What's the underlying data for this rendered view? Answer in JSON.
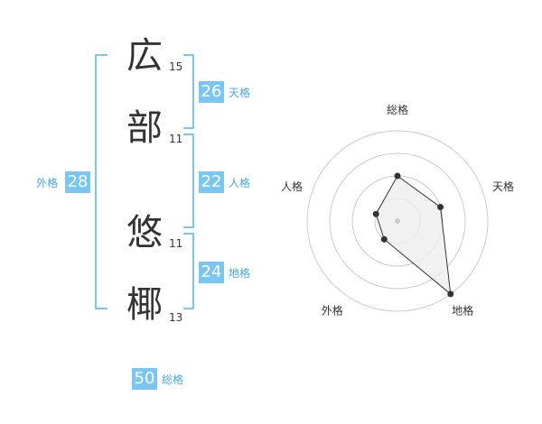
{
  "name": {
    "characters": [
      {
        "char": "広",
        "strokes": "15"
      },
      {
        "char": "部",
        "strokes": "11"
      },
      {
        "char": "悠",
        "strokes": "11"
      },
      {
        "char": "椰",
        "strokes": "13"
      }
    ]
  },
  "fortune": {
    "tenkaku": {
      "value": "26",
      "label": "天格"
    },
    "jinkaku": {
      "value": "22",
      "label": "人格"
    },
    "chikaku": {
      "value": "24",
      "label": "地格"
    },
    "gaikaku": {
      "value": "28",
      "label": "外格"
    },
    "soukaku": {
      "value": "50",
      "label": "総格"
    }
  },
  "colors": {
    "accent": "#79c6f2",
    "accent_text": "#4aa7e0",
    "ring": "#cccccc",
    "polygon_fill": "#eeeeee"
  },
  "chart_data": {
    "type": "radar",
    "axes": [
      "総格",
      "天格",
      "地格",
      "外格",
      "人格"
    ],
    "levels": 4,
    "max": 4,
    "values": [
      2,
      2,
      4,
      1,
      1
    ]
  }
}
